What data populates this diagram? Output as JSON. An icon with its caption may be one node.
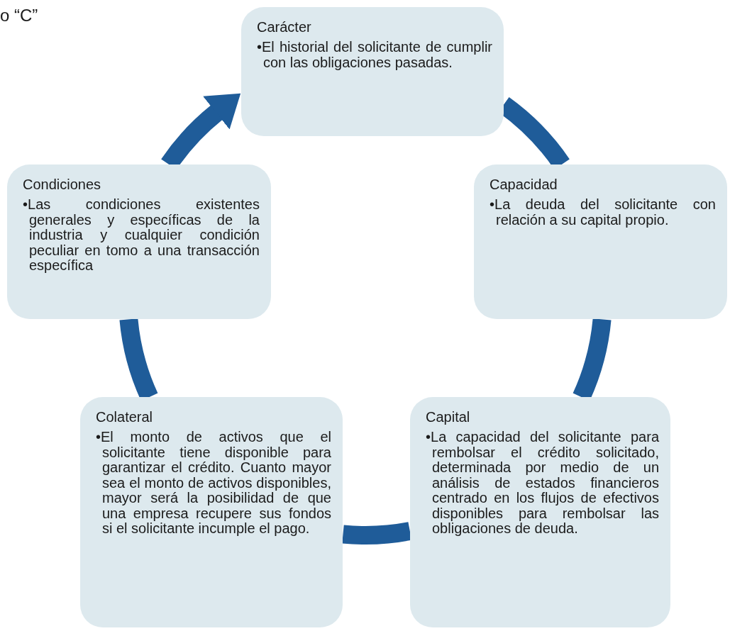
{
  "diagram": {
    "nodes": [
      {
        "text": [
          "Carácter",
          "•El historial del solicitante de cumplir con las obligaciones pasadas."
        ]
      },
      {
        "text": [
          "Capacidad",
          "•La deuda del solicitante con relación a su capital propio."
        ]
      },
      {
        "text": [
          "Capital",
          "•La capacidad del solicitante para rembolsar el crédito solicitado, determinada por medio de un análisis de estados financieros centrado en los flujos de efectivos disponibles para rembolsar las obligaciones de deuda."
        ]
      },
      {
        "text": [
          "Colateral",
          "•El monto de activos que el solicitante tiene disponible para garantizar el crédito. Cuanto mayor sea el monto de activos disponibles, mayor será la posibilidad de que una empresa recupere sus fondos si el solicitante incumple el pago."
        ]
      },
      {
        "text": [
          "Condiciones",
          "•Las condiciones existentes generales y específicas de la industria y cualquier condición peculiar en tomo a una transacción específica"
        ]
      }
    ],
    "edges": [
      {
        "from": 0,
        "to": 1,
        "arrow": "none"
      },
      {
        "from": 1,
        "to": 2,
        "arrow": "none"
      },
      {
        "from": 2,
        "to": 3,
        "arrow": "none"
      },
      {
        "from": 3,
        "to": 4,
        "arrow": "none"
      },
      {
        "from": 4,
        "to": 0,
        "arrow": "to"
      }
    ],
    "labels": [
      "o “C”"
    ]
  }
}
